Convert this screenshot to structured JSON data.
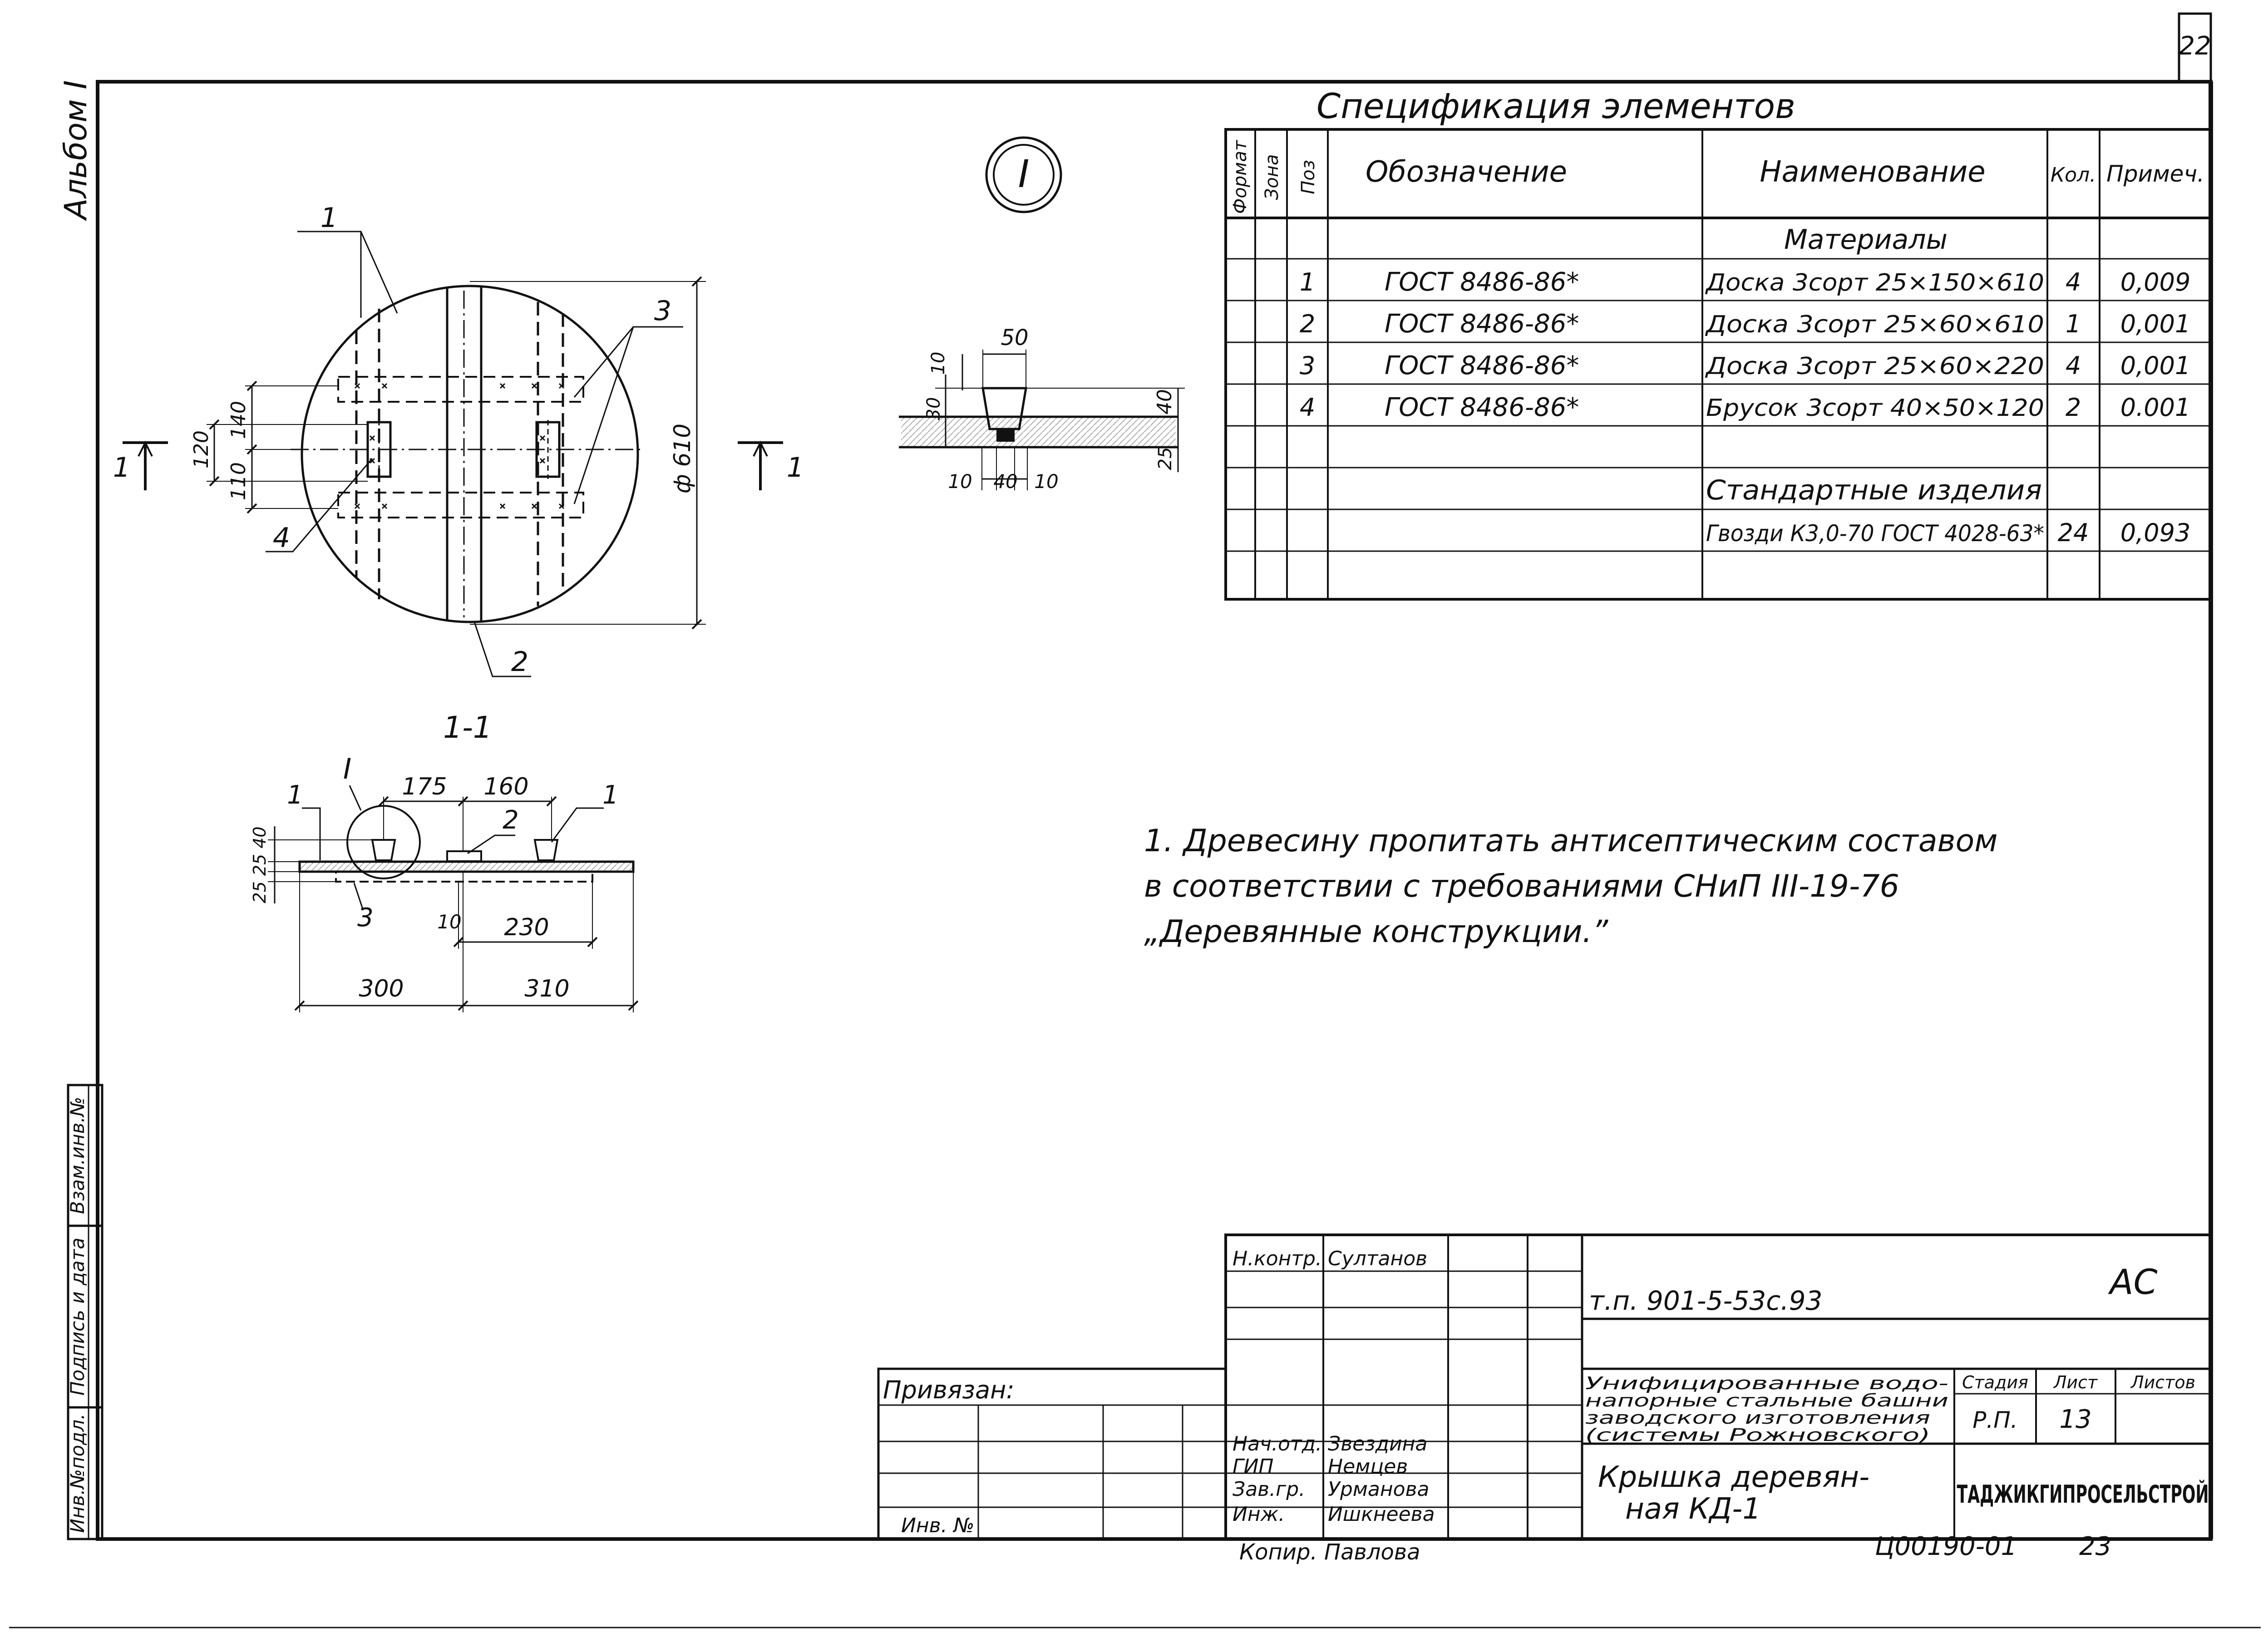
{
  "page": {
    "number": "22",
    "album": "Альбом I"
  },
  "spec": {
    "title": "Спецификация   элементов",
    "headers": {
      "format": "Формат",
      "zone": "Зона",
      "pos": "Поз",
      "designation": "Обозначение",
      "name": "Наименование",
      "qty": "Кол.",
      "note": "Примеч."
    },
    "section_materials": "Материалы",
    "rows": [
      {
        "pos": "1",
        "designation": "ГОСТ 8486-86*",
        "name": "Доска 3сорт 25×150×610",
        "qty": "4",
        "note": "0,009"
      },
      {
        "pos": "2",
        "designation": "ГОСТ 8486-86*",
        "name": "Доска 3сорт 25×60×610",
        "qty": "1",
        "note": "0,001"
      },
      {
        "pos": "3",
        "designation": "ГОСТ 8486-86*",
        "name": "Доска 3сорт 25×60×220",
        "qty": "4",
        "note": "0,001"
      },
      {
        "pos": "4",
        "designation": "ГОСТ 8486-86*",
        "name": "Брусок 3сорт 40×50×120",
        "qty": "2",
        "note": "0.001"
      }
    ],
    "section_standard": "Стандартные изделия",
    "std_row": {
      "name": "Гвозди К3,0-70 ГОСТ 4028-63*",
      "qty": "24",
      "note": "0,093"
    }
  },
  "plan": {
    "callouts": [
      "1",
      "2",
      "3",
      "4"
    ],
    "dims": {
      "d120": "120",
      "d110": "110",
      "d140": "140",
      "diam": "ф 610"
    },
    "section_mark": "1",
    "detail_mark": "I"
  },
  "detail": {
    "d50": "50",
    "d10a": "10",
    "d30": "30",
    "d40": "40",
    "d25": "25",
    "b10a": "10",
    "b40": "40",
    "b10b": "10"
  },
  "section": {
    "title": "1-1",
    "mark": "I",
    "callouts": [
      "1",
      "2",
      "1",
      "3"
    ],
    "dims": {
      "d175": "175",
      "d160": "160",
      "left": "25 25 40",
      "d10": "10",
      "d230": "230",
      "d300": "300",
      "d310": "310"
    }
  },
  "notes": [
    "1. Древесину  пропитать  антисептическим  составом",
    "в  соответствии  с  требованиями  СНиП III-19-76",
    "„Деревянные  конструкции.”"
  ],
  "left_stamp": [
    "Инв.№подл.",
    "Подпись и дата",
    "Взам.инв.№"
  ],
  "title_block": {
    "code": "т.п. 901-5-53с.93",
    "mark": "АС",
    "privyazan": "Привязан:",
    "inv_no": "Инв. №",
    "people": [
      {
        "role": "Н.контр.",
        "name": "Султанов"
      },
      {
        "role": "Нач.отд.",
        "name": "Звездина"
      },
      {
        "role": "ГИП",
        "name": "Немцев"
      },
      {
        "role": "Зав.гр.",
        "name": "Урманова"
      },
      {
        "role": "Инж.",
        "name": "Ишкнеева"
      }
    ],
    "kopir": "Копир. Павлова",
    "project": [
      "Унифицированные водо-",
      "напорные стальные башни",
      "заводского изготовления",
      "(системы Рожновского)"
    ],
    "stage_headers": {
      "stage": "Стадия",
      "sheet": "Лист",
      "sheets": "Листов"
    },
    "stage": "Р.П.",
    "sheet": "13",
    "drawing_title": [
      "Крышка  деревян-",
      "ная   КД-1"
    ],
    "org": "ТАДЖИКГИПРОСЕЛЬСТРОЙ",
    "footer_code": "Ц00190-01",
    "footer_num": "23"
  }
}
